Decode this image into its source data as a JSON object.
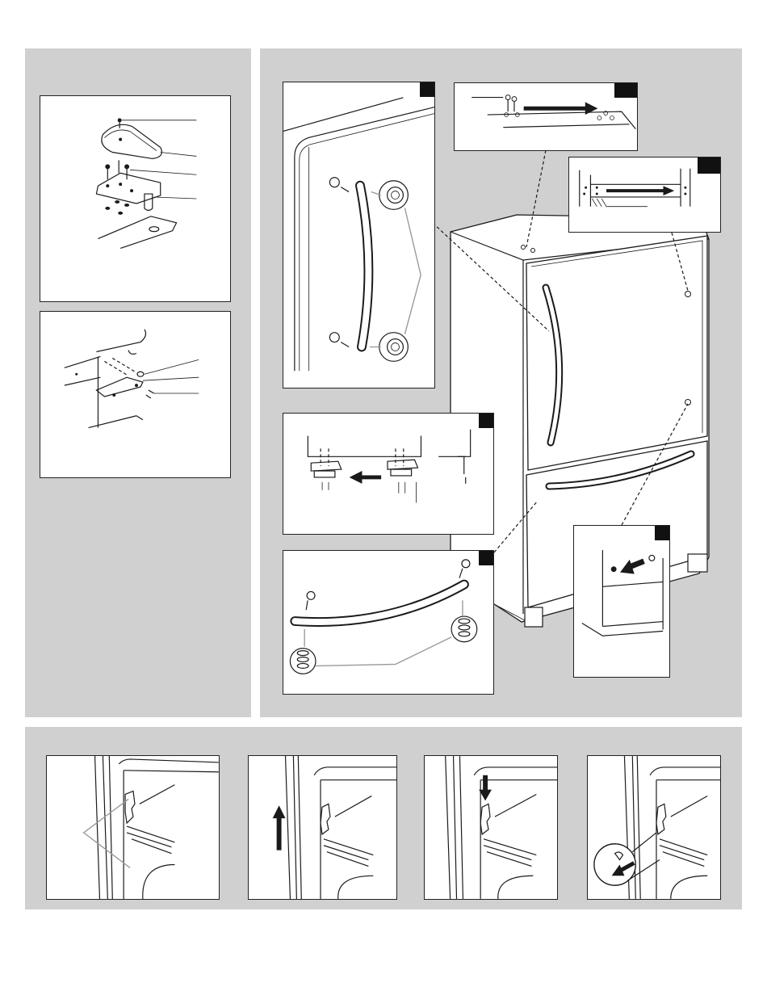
{
  "figure": {
    "panels": [
      "left-hardware-panel",
      "right-refrigerator-panel",
      "bottom-drawer-panel"
    ],
    "callouts": [
      "door-handle-closeup",
      "top-hinge-plug-closeup",
      "hinge-plug-closeup",
      "freezer-bracket-closeup",
      "freezer-handle-closeup",
      "side-plug-closeup"
    ],
    "drawer_steps": 4
  },
  "colors": {
    "panel_bg": "#d0d0d0",
    "line": "#1a1a1a",
    "leader": "#9a9a9a",
    "badge": "#111111"
  },
  "icons": [
    "arrow-right-icon",
    "arrow-left-icon",
    "arrow-up-icon",
    "arrow-down-icon"
  ]
}
